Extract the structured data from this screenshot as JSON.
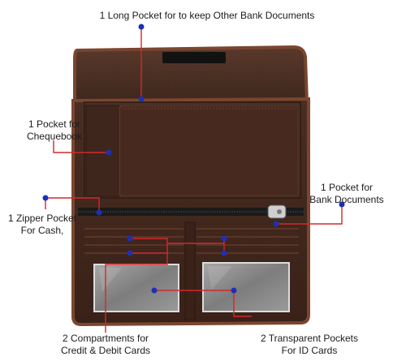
{
  "image": {
    "subject": "brown fabric cheque book holder / document organizer wallet, open view",
    "colors": {
      "background": "#ffffff",
      "wallet_fabric": "#4a2e22",
      "wallet_edge": "#7a4630",
      "pocket_shadow": "#2e1b14",
      "transparent_window": "#8f8f8f",
      "zipper": "#141414",
      "callout_line": "#d4282c",
      "callout_dot": "#1f2fb4"
    }
  },
  "callouts": [
    {
      "id": "long_pocket",
      "lines": [
        "1 Long Pocket for to keep Other Bank Documents"
      ]
    },
    {
      "id": "chequebook",
      "lines": [
        "1 Pocket for",
        "Chequebook"
      ]
    },
    {
      "id": "bank_docs",
      "lines": [
        "1 Pocket for",
        "Bank Documents"
      ]
    },
    {
      "id": "zipper",
      "lines": [
        "1 Zipper Pocket",
        "For Cash,"
      ]
    },
    {
      "id": "cards",
      "lines": [
        "2 Compartments for",
        "Credit & Debit Cards"
      ]
    },
    {
      "id": "id_cards",
      "lines": [
        "2 Transparent Pockets",
        "For ID Cards"
      ]
    }
  ]
}
